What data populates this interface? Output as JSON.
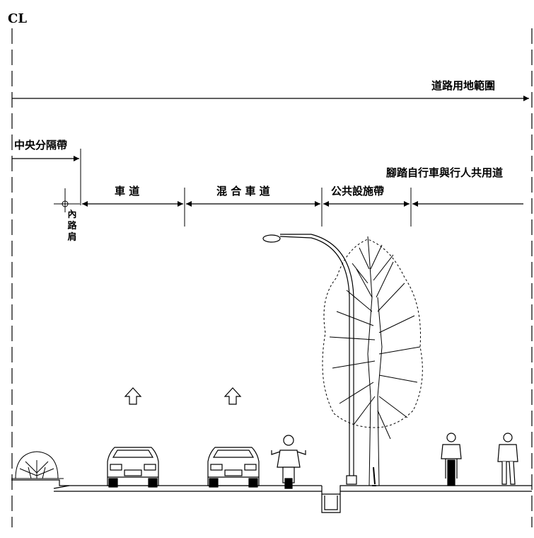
{
  "centerline_mark": "CL",
  "row_total": "道路用地範圍",
  "row_median": "中央分隔帶",
  "inner_shoulder": "內路肩",
  "lanes": [
    {
      "key": "lane",
      "label": "車 道"
    },
    {
      "key": "mixed",
      "label": "混 合 車 道"
    },
    {
      "key": "utility",
      "label": "公共設施帶"
    },
    {
      "key": "shared",
      "label": "腳踏自行車與行人共用道"
    }
  ],
  "colors": {
    "line": "#000000",
    "background": "#ffffff"
  }
}
